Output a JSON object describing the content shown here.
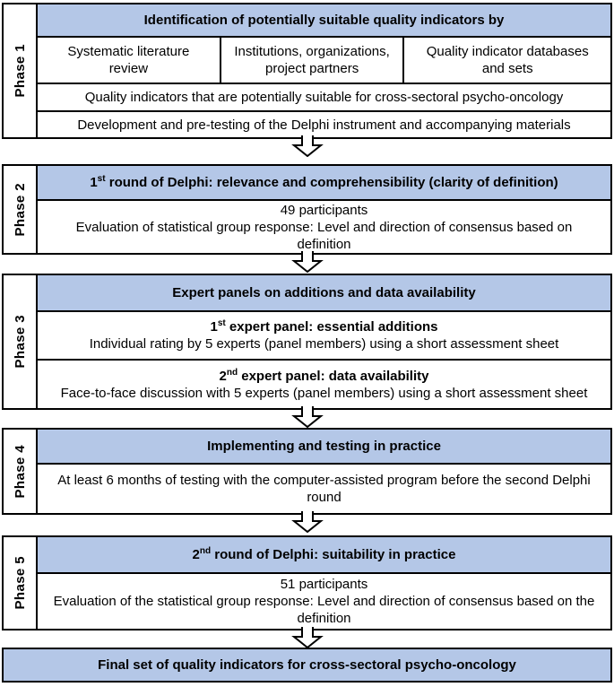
{
  "figure": {
    "colors": {
      "header_fill": "#b4c7e7",
      "border": "#000000",
      "background": "#ffffff",
      "text": "#000000"
    },
    "connector_icon": "down-block-arrow",
    "phase1": {
      "label": "Phase 1",
      "header": "Identification of potentially suitable quality indicators by",
      "sources": [
        "Systematic literature review",
        "Institutions, organizations, project partners",
        "Quality indicator databases and sets"
      ],
      "result": "Quality indicators that are potentially suitable for cross-sectoral psycho-oncology",
      "development": "Development and pre-testing of the Delphi instrument and accompanying materials"
    },
    "phase2": {
      "label": "Phase 2",
      "header_num": "1",
      "header_sup": "st",
      "header_rest": " round of Delphi: relevance and comprehensibility (clarity of definition)",
      "participants": "49 participants",
      "evaluation": "Evaluation of statistical group response: Level and direction of consensus based on definition"
    },
    "phase3": {
      "label": "Phase 3",
      "header": "Expert panels on additions and data availability",
      "panel1_num": "1",
      "panel1_sup": "st",
      "panel1_rest": " expert panel: essential additions",
      "panel1_desc": "Individual rating by 5 experts (panel members) using a short assessment sheet",
      "panel2_num": "2",
      "panel2_sup": "nd",
      "panel2_rest": " expert panel: data availability",
      "panel2_desc": "Face-to-face discussion with 5 experts (panel members) using a short assessment sheet"
    },
    "phase4": {
      "label": "Phase 4",
      "header": "Implementing and testing in practice",
      "body": "At least 6 months of testing with the computer-assisted program before the second Delphi round"
    },
    "phase5": {
      "label": "Phase 5",
      "header_num": "2",
      "header_sup": "nd",
      "header_rest": " round of Delphi: suitability in practice",
      "participants": "51 participants",
      "evaluation": "Evaluation of the statistical group response: Level and direction of consensus based on the definition"
    },
    "final": {
      "text": "Final set of quality indicators for cross-sectoral psycho-oncology"
    }
  }
}
